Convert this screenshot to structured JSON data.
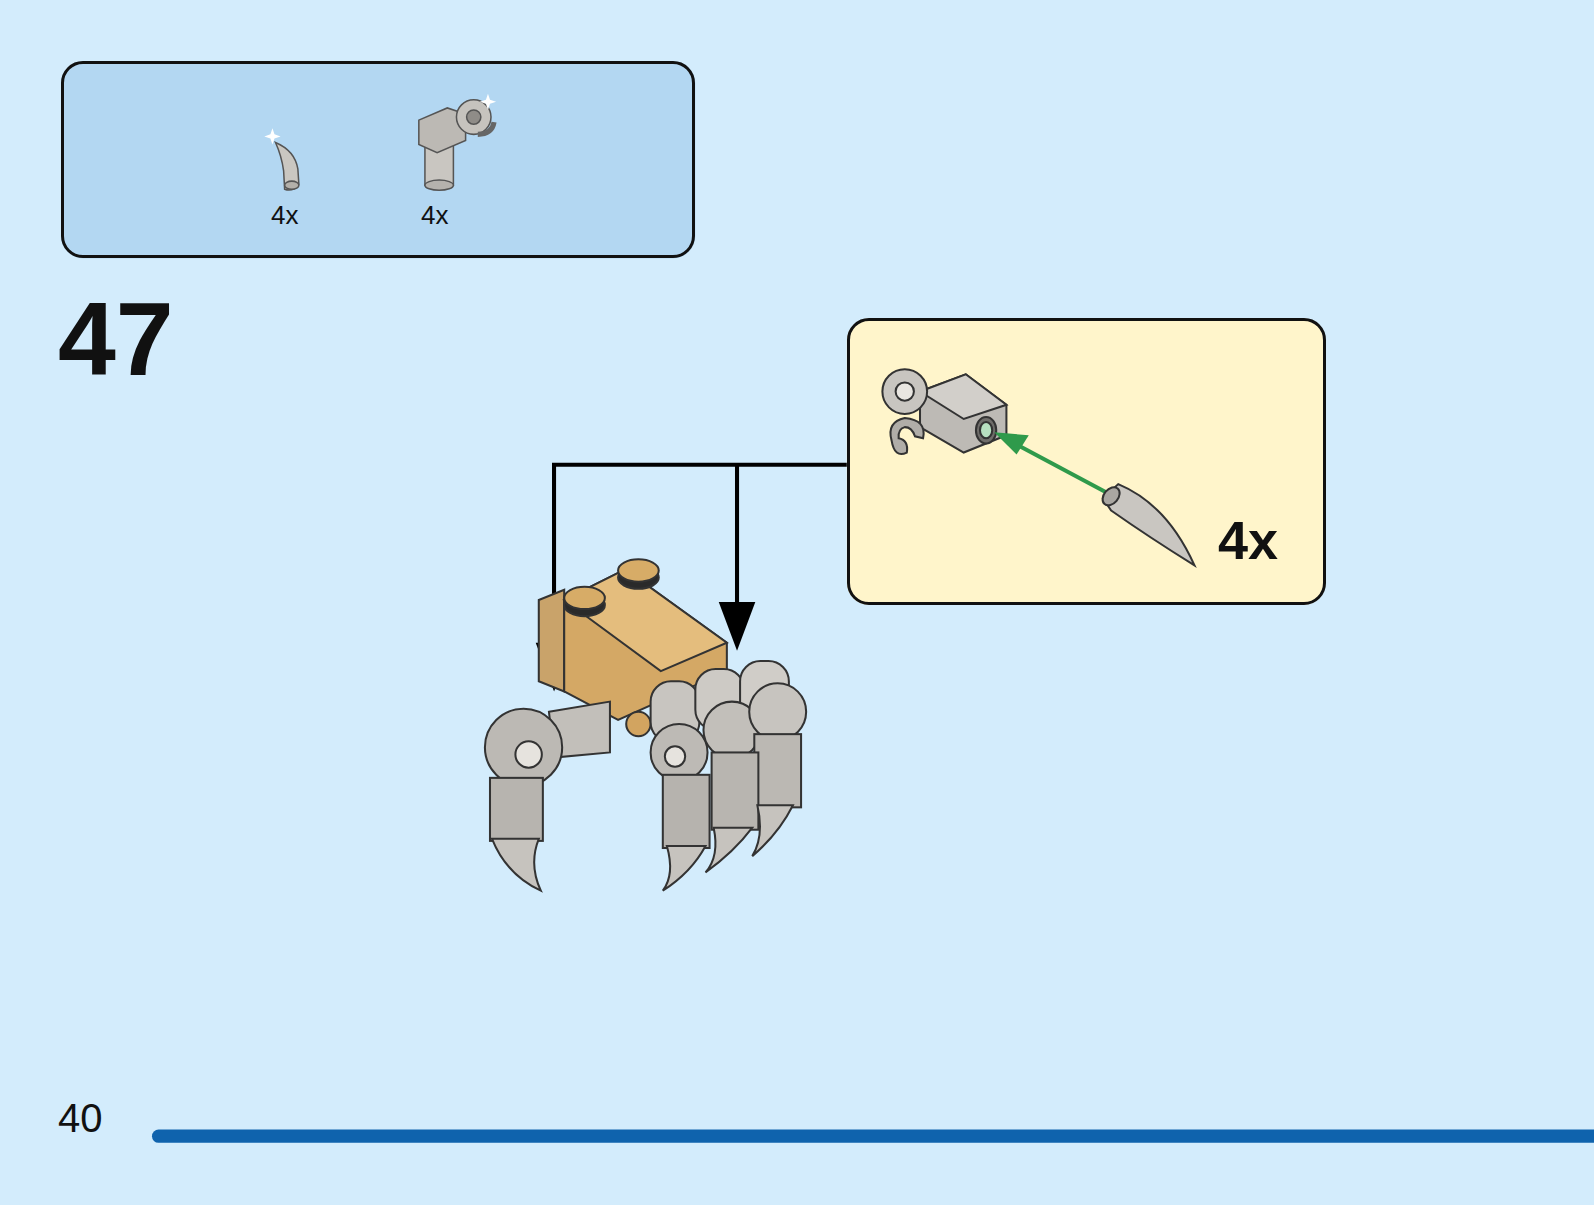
{
  "diagram": {
    "nodes": [
      {
        "text": [
          "4x",
          "4x"
        ]
      },
      {
        "text": [
          "4x"
        ]
      }
    ],
    "labels": [
      "47",
      "40"
    ]
  }
}
